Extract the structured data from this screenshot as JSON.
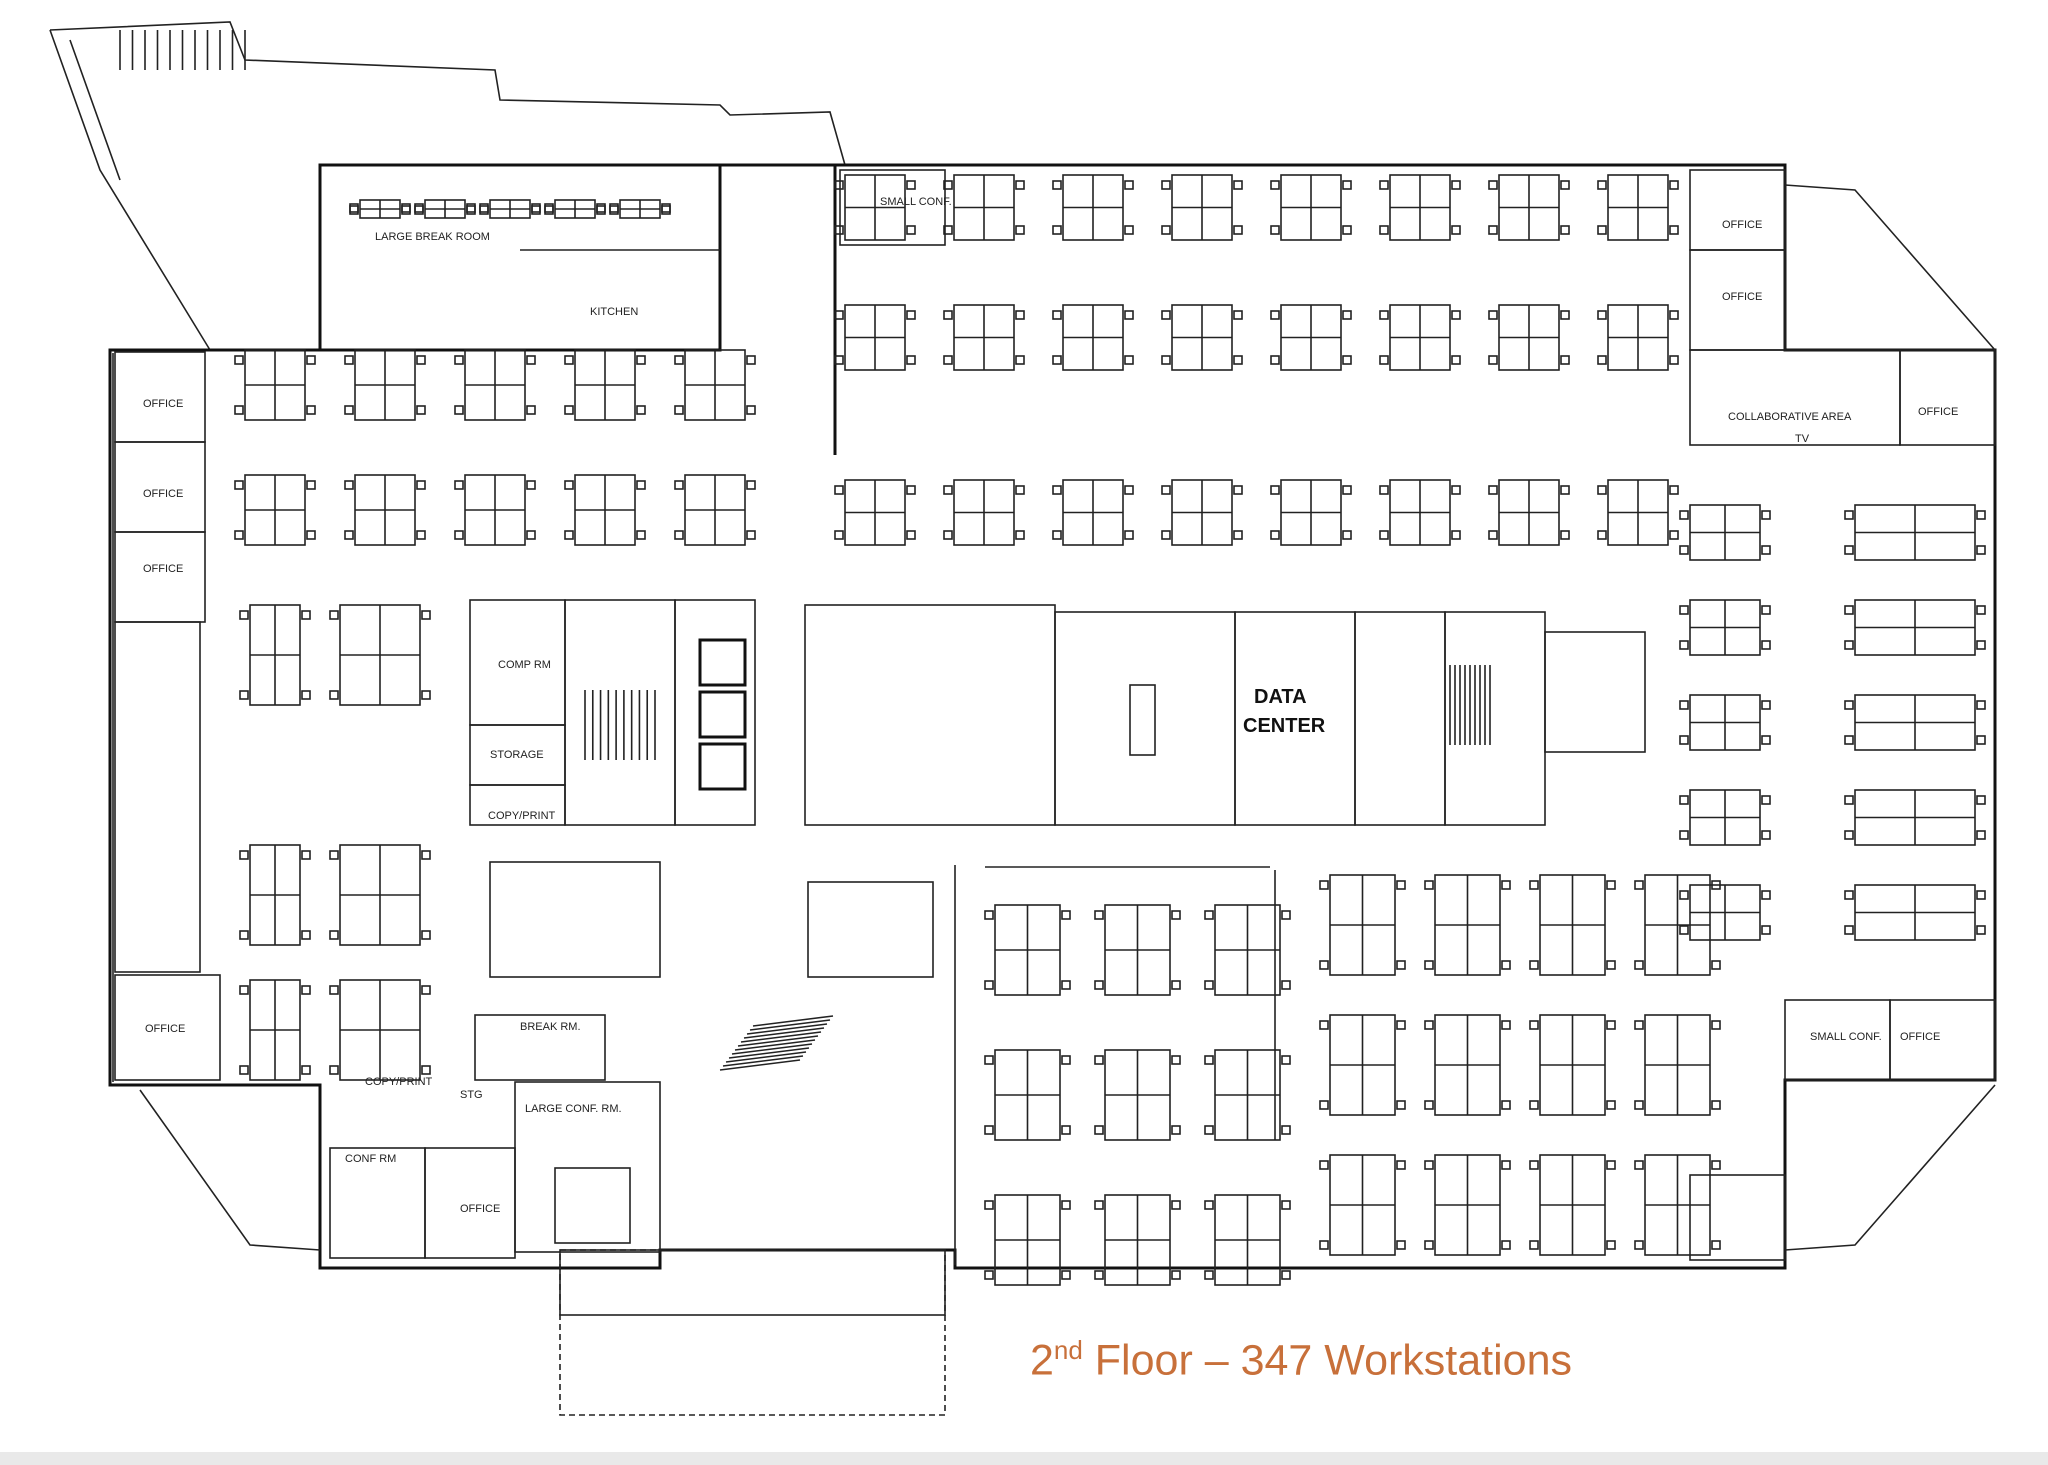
{
  "rooms": {
    "large_break_room": "LARGE BREAK ROOM",
    "kitchen": "KITCHEN",
    "small_conf_top": "SMALL CONF.",
    "office": "OFFICE",
    "collaborative_area": "COLLABORATIVE AREA",
    "tv": "TV",
    "comp_rm": "COMP RM",
    "storage": "STORAGE",
    "copy_print": "COPY/PRINT",
    "data_center_line1": "DATA",
    "data_center_line2": "CENTER",
    "break_rm": "BREAK RM.",
    "stg": "STG",
    "large_conf_rm": "LARGE CONF. RM.",
    "small_conf_right": "SMALL CONF.",
    "conf_rm": "CONF RM"
  },
  "caption": {
    "floor_number": "2",
    "ordinal_suffix": "nd",
    "text": " Floor – 347 Workstations"
  },
  "colors": {
    "caption": "#c8703a",
    "lines": "#111111"
  }
}
